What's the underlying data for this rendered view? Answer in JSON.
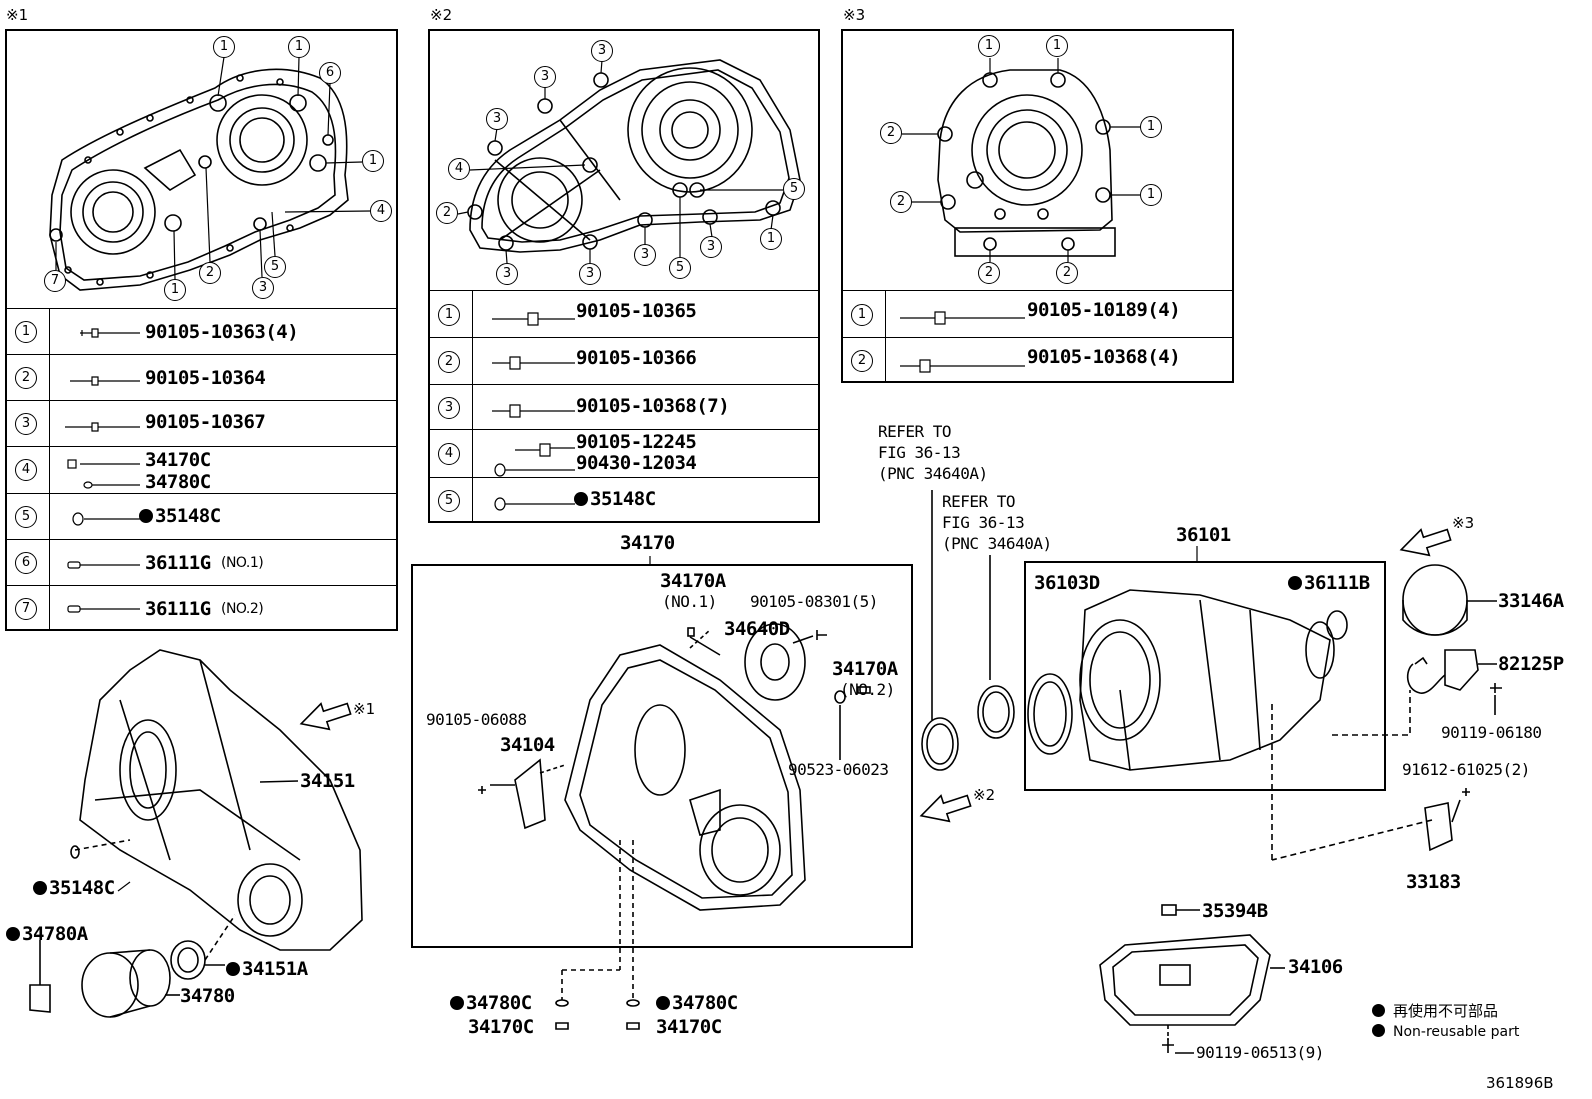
{
  "sections": {
    "s1": {
      "mark": "※1"
    },
    "s2": {
      "mark": "※2"
    },
    "s3": {
      "mark": "※3"
    }
  },
  "table1": [
    {
      "n": "1",
      "part": "90105-10363(4)"
    },
    {
      "n": "2",
      "part": "90105-10364"
    },
    {
      "n": "3",
      "part": "90105-10367"
    },
    {
      "n": "4",
      "part": "34170C",
      "part2": "34780C"
    },
    {
      "n": "5",
      "part": "35148C",
      "nonreusable": true
    },
    {
      "n": "6",
      "part": "36111G",
      "note": "(NO.1)"
    },
    {
      "n": "7",
      "part": "36111G",
      "note": "(NO.2)"
    }
  ],
  "table2": [
    {
      "n": "1",
      "part": "90105-10365"
    },
    {
      "n": "2",
      "part": "90105-10366"
    },
    {
      "n": "3",
      "part": "90105-10368(7)"
    },
    {
      "n": "4",
      "part": "90105-12245",
      "part2": "90430-12034"
    },
    {
      "n": "5",
      "part": "35148C",
      "nonreusable": true
    }
  ],
  "table3": [
    {
      "n": "1",
      "part": "90105-10189(4)"
    },
    {
      "n": "2",
      "part": "90105-10368(4)"
    }
  ],
  "callouts1": [
    "1",
    "1",
    "6",
    "1",
    "4",
    "7",
    "1",
    "2",
    "5",
    "3"
  ],
  "callouts2": [
    "3",
    "3",
    "3",
    "4",
    "2",
    "5",
    "1",
    "3",
    "3",
    "5",
    "3",
    "3"
  ],
  "callouts3": [
    "1",
    "1",
    "2",
    "1",
    "2",
    "1",
    "2",
    "2"
  ],
  "labels": {
    "p34170": "34170",
    "p34170a1": "34170A",
    "p34170a1_note": "(NO.1)",
    "p90105_08301": "90105-08301(5)",
    "p34640d": "34640D",
    "p34170a2": "34170A",
    "p34170a2_note": "(NO.2)",
    "p90105_06088": "90105-06088",
    "p34104": "34104",
    "p90523": "90523-06023",
    "p34151": "34151",
    "p35148c": "35148C",
    "p34780a": "34780A",
    "p34151a": "34151A",
    "p34780": "34780",
    "p34780c_l": "34780C",
    "p34170c_l": "34170C",
    "p34780c_r": "34780C",
    "p34170c_r": "34170C",
    "refer1": [
      "REFER TO",
      "FIG 36-13",
      "(PNC 34640A)"
    ],
    "refer2": [
      "REFER TO",
      "FIG 36-13",
      "(PNC 34640A)"
    ],
    "p36101": "36101",
    "p36103d": "36103D",
    "p36111b": "36111B",
    "p33146a": "33146A",
    "p82125p": "82125P",
    "p90119_06180": "90119-06180",
    "p91612": "91612-61025(2)",
    "p33183": "33183",
    "p35394b": "35394B",
    "p34106": "34106",
    "p90119_06513": "90119-06513(9)",
    "arrow1": "※1",
    "arrow2": "※2",
    "arrow3": "※3"
  },
  "legend": {
    "jp": "再使用不可部品",
    "en": "Non-reusable part"
  },
  "figure_id": "361896B"
}
